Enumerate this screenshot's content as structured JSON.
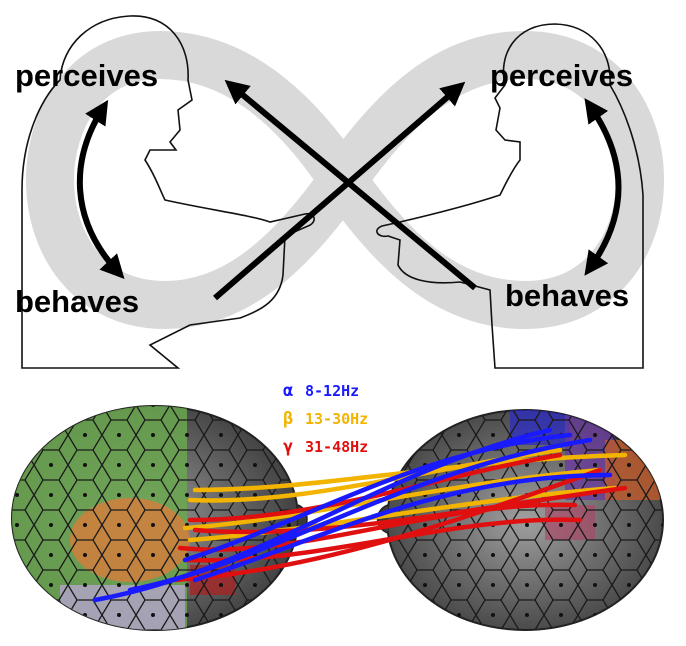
{
  "diagram": {
    "left_person": {
      "perceives": "perceives",
      "behaves": "behaves"
    },
    "right_person": {
      "perceives": "perceives",
      "behaves": "behaves"
    },
    "legend": [
      {
        "symbol": "α",
        "band": "8-12Hz",
        "color": "#1a1aff"
      },
      {
        "symbol": "β",
        "band": "13-30Hz",
        "color": "#f2b400"
      },
      {
        "symbol": "γ",
        "band": "31-48Hz",
        "color": "#e01010"
      }
    ]
  },
  "colors": {
    "alpha": "#1a1aff",
    "beta": "#f2b400",
    "gamma": "#e01010",
    "infinity": "#d6d6d6",
    "brain": "#707070"
  }
}
